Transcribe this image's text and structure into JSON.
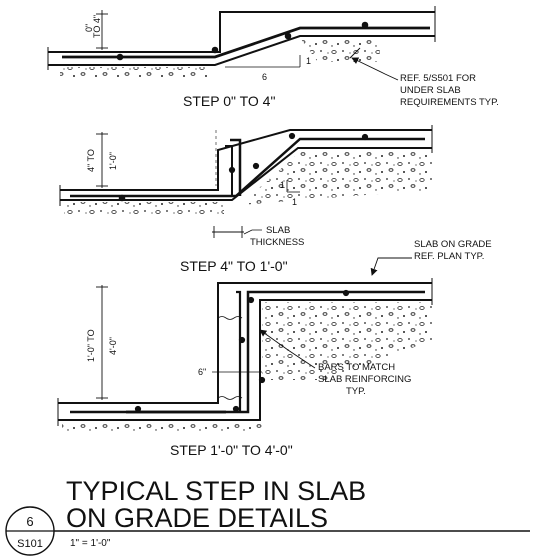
{
  "details": [
    {
      "caption": "STEP 0\" TO 4\"",
      "dim_label_a": "0\"",
      "dim_label_b": "TO 4\"",
      "slope_label": "6",
      "slope_rise": "1"
    },
    {
      "caption": "STEP 4\" TO 1'-0\"",
      "dim_label_a": "4\" TO",
      "dim_label_b": "1'-0\"",
      "slope_label": "1",
      "slope_rise": "1"
    },
    {
      "caption": "STEP 1'-0\" TO 4'-0\"",
      "dim_label_a": "1'-0\" TO",
      "dim_label_b": "4'-0\"",
      "gap_label": "6\""
    }
  ],
  "notes": {
    "under_slab": [
      "REF. 5/S501 FOR",
      "UNDER SLAB",
      "REQUIREMENTS TYP."
    ],
    "slab_thickness": [
      "SLAB",
      "THICKNESS"
    ],
    "slab_on_grade": [
      "SLAB ON GRADE",
      "REF. PLAN TYP."
    ],
    "bars_match": [
      "BARS TO MATCH",
      "SLAB REINFORCING",
      "TYP."
    ]
  },
  "title_block": {
    "title_line1": "TYPICAL STEP IN SLAB",
    "title_line2": "ON GRADE DETAILS",
    "detail_number": "6",
    "sheet_number": "S101",
    "scale": "1\" = 1'-0\""
  }
}
